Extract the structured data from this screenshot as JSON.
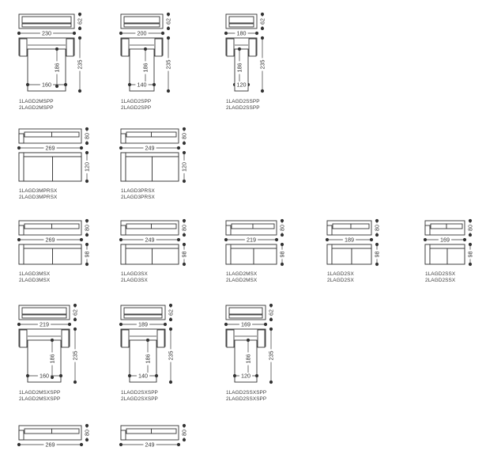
{
  "modules": [
    {
      "id": "sofa-1LAGD2MSPP",
      "kind": "bed",
      "top": {
        "label": "230"
      },
      "depth_top": {
        "label": "62"
      },
      "side": {
        "label": "235"
      },
      "inner_h": {
        "label": "186"
      },
      "inner_w": {
        "label": "160"
      },
      "codes": [
        "1LAGD2MSPP",
        "2LAGD2MSPP"
      ]
    },
    {
      "id": "sofa-1LAGD2SPP",
      "kind": "bed",
      "top": {
        "label": "200"
      },
      "depth_top": {
        "label": "62"
      },
      "side": {
        "label": "235"
      },
      "inner_h": {
        "label": "186"
      },
      "inner_w": {
        "label": "140"
      },
      "codes": [
        "1LAGD2SPP",
        "2LAGD2SPP"
      ]
    },
    {
      "id": "sofa-1LAGD2SSPP",
      "kind": "bed",
      "top": {
        "label": "180"
      },
      "depth_top": {
        "label": "62"
      },
      "side": {
        "label": "235"
      },
      "inner_h": {
        "label": "186"
      },
      "inner_w": {
        "label": "120"
      },
      "codes": [
        "1LAGD2SSPP",
        "2LAGD2SSPP"
      ]
    },
    {
      "id": "sofa-1LAGD3MPRSX",
      "kind": "chaise",
      "top": {
        "label": "269"
      },
      "depth_top": {
        "label": "80"
      },
      "side": {
        "label": "120"
      },
      "codes": [
        "1LAGD3MPRSX",
        "2LAGD3MPRSX"
      ]
    },
    {
      "id": "sofa-1LAGD3PRSX",
      "kind": "chaise",
      "top": {
        "label": "249"
      },
      "depth_top": {
        "label": "80"
      },
      "side": {
        "label": "120"
      },
      "codes": [
        "1LAGD3PRSX",
        "2LAGD3PRSX"
      ]
    },
    {
      "id": "sofa-1LAGD3MSX",
      "kind": "sofa",
      "top": {
        "label": "269"
      },
      "depth_top": {
        "label": "80"
      },
      "side": {
        "label": "98"
      },
      "codes": [
        "1LAGD3MSX",
        "2LAGD3MSX"
      ]
    },
    {
      "id": "sofa-1LAGD3SX",
      "kind": "sofa",
      "top": {
        "label": "249"
      },
      "depth_top": {
        "label": "80"
      },
      "side": {
        "label": "98"
      },
      "codes": [
        "1LAGD3SX",
        "2LAGD3SX"
      ]
    },
    {
      "id": "sofa-1LAGD2MSX",
      "kind": "sofa",
      "top": {
        "label": "219"
      },
      "depth_top": {
        "label": "80"
      },
      "side": {
        "label": "98"
      },
      "codes": [
        "1LAGD2MSX",
        "2LAGD2MSX"
      ]
    },
    {
      "id": "sofa-1LAGD2SX",
      "kind": "sofa",
      "top": {
        "label": "189"
      },
      "depth_top": {
        "label": "80"
      },
      "side": {
        "label": "98"
      },
      "codes": [
        "1LAGD2SX",
        "2LAGD2SX"
      ]
    },
    {
      "id": "sofa-1LAGD2SSX",
      "kind": "sofa",
      "top": {
        "label": "169"
      },
      "depth_top": {
        "label": "80"
      },
      "side": {
        "label": "98"
      },
      "codes": [
        "1LAGD2SSX",
        "2LAGD2SSX"
      ]
    },
    {
      "id": "sofa-1LAGD2MSXSPP",
      "kind": "bed",
      "top": {
        "label": "219"
      },
      "depth_top": {
        "label": "62"
      },
      "side": {
        "label": "235"
      },
      "inner_h": {
        "label": "186"
      },
      "inner_w": {
        "label": "160"
      },
      "codes": [
        "1LAGD2MSXSPP",
        "2LAGD2MSXSPP"
      ]
    },
    {
      "id": "sofa-1LAGD2SXSPP",
      "kind": "bed",
      "top": {
        "label": "189"
      },
      "depth_top": {
        "label": "62"
      },
      "side": {
        "label": "235"
      },
      "inner_h": {
        "label": "186"
      },
      "inner_w": {
        "label": "140"
      },
      "codes": [
        "1LAGD2SXSPP",
        "2LAGD2SXSPP"
      ]
    },
    {
      "id": "sofa-1LAGD2SSXSPP",
      "kind": "bed",
      "top": {
        "label": "169"
      },
      "depth_top": {
        "label": "62"
      },
      "side": {
        "label": "235"
      },
      "inner_h": {
        "label": "186"
      },
      "inner_w": {
        "label": "120"
      },
      "codes": [
        "1LAGD2SSXSPP",
        "2LAGD2SSXSPP"
      ]
    },
    {
      "id": "sofa-row5-a",
      "kind": "partial",
      "top": {
        "label": "269"
      },
      "depth_top": {
        "label": "80"
      },
      "codes": []
    },
    {
      "id": "sofa-row5-b",
      "kind": "partial",
      "top": {
        "label": "249"
      },
      "depth_top": {
        "label": "80"
      },
      "codes": []
    }
  ],
  "colors": {
    "line": "#333333",
    "fill_inner": "#ffffff",
    "text": "#333333",
    "dot": "#333333"
  }
}
